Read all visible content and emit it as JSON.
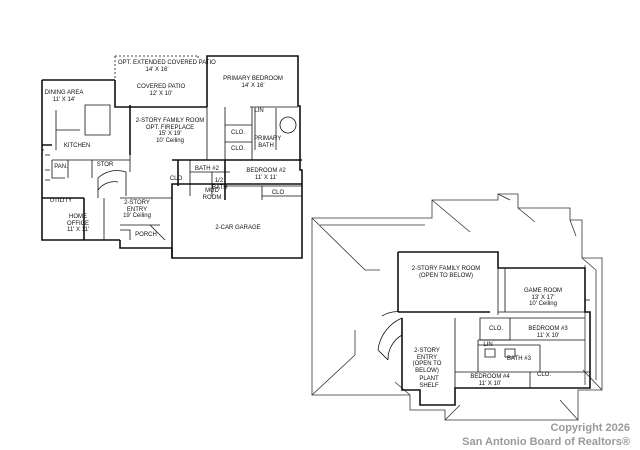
{
  "first_floor": {
    "rooms": {
      "opt_patio": {
        "name": "OPT. EXTENDED COVERED PATIO",
        "dims": "14' X 16'"
      },
      "covered_patio": {
        "name": "COVERED PATIO",
        "dims": "12' X 10'"
      },
      "primary_bedroom": {
        "name": "PRIMARY BEDROOM",
        "dims": "14' X 16'"
      },
      "dining": {
        "name": "DINING AREA",
        "dims": "11' X 14'"
      },
      "family": {
        "name": "2-STORY FAMILY ROOM",
        "note": "OPT. FIREPLACE",
        "dims": "15' X 19'",
        "ceiling": "10' Ceiling"
      },
      "lin": {
        "name": "LIN"
      },
      "clo_primary_1": {
        "name": "CLO."
      },
      "clo_primary_2": {
        "name": "CLO."
      },
      "primary_bath": {
        "name": "PRIMARY BATH"
      },
      "kitchen": {
        "name": "KITCHEN"
      },
      "pan": {
        "name": "PAN."
      },
      "stor": {
        "name": "STOR"
      },
      "bath2": {
        "name": "BATH #2"
      },
      "half_bath": {
        "name": "1/2 BATH"
      },
      "bedroom2": {
        "name": "BEDROOM #2",
        "dims": "11' X 11'"
      },
      "clo_bath": {
        "name": "CLO"
      },
      "mud_room": {
        "name": "MUD ROOM"
      },
      "clo_bed2": {
        "name": "CLO"
      },
      "utility": {
        "name": "UTILITY"
      },
      "entry": {
        "name": "2-STORY ENTRY",
        "ceiling": "19' Ceiling"
      },
      "office": {
        "name": "HOME OFFICE",
        "dims": "11' X 11'"
      },
      "porch": {
        "name": "PORCH"
      },
      "garage": {
        "name": "2-CAR GARAGE"
      }
    }
  },
  "second_floor": {
    "rooms": {
      "family_open": {
        "name": "2-STORY FAMILY ROOM",
        "note": "(OPEN TO BELOW)"
      },
      "game_room": {
        "name": "GAME ROOM",
        "dims": "13' X 17'",
        "ceiling": "10' Ceiling"
      },
      "clo_game": {
        "name": "CLO."
      },
      "bedroom3": {
        "name": "BEDROOM #3",
        "dims": "11' X 10'"
      },
      "lin_upper": {
        "name": "LIN"
      },
      "bath3": {
        "name": "BATH #3"
      },
      "entry_open": {
        "name": "2-STORY ENTRY",
        "note": "(OPEN TO BELOW)"
      },
      "plant_shelf": {
        "name": "PLANT SHELF"
      },
      "bedroom4": {
        "name": "BEDROOM #4",
        "dims": "11' X 10'"
      },
      "clo_bed4": {
        "name": "CLO."
      }
    }
  },
  "watermark": {
    "line1": "Copyright 2026",
    "line2": "San Antonio Board of Realtors®"
  },
  "colors": {
    "line": "#111111",
    "roof": "#333333",
    "watermark": "#9a9a9a"
  }
}
